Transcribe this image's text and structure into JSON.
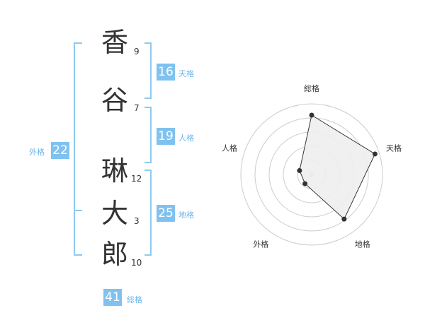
{
  "name": {
    "chars": [
      {
        "char": "香",
        "strokes": "9"
      },
      {
        "char": "谷",
        "strokes": "7"
      },
      {
        "char": "琳",
        "strokes": "12"
      },
      {
        "char": "大",
        "strokes": "3"
      },
      {
        "char": "郎",
        "strokes": "10"
      }
    ]
  },
  "scores": {
    "tenkaku": {
      "label": "天格",
      "value": "16"
    },
    "jinkaku": {
      "label": "人格",
      "value": "19"
    },
    "chikaku": {
      "label": "地格",
      "value": "25"
    },
    "gaikaku": {
      "label": "外格",
      "value": "22"
    },
    "soukaku": {
      "label": "総格",
      "value": "41"
    }
  },
  "chart_data": {
    "type": "radar",
    "axes": [
      "総格",
      "天格",
      "地格",
      "外格",
      "人格"
    ],
    "values": [
      4.2,
      4.7,
      3.9,
      0.8,
      0.9
    ],
    "rmax": 5,
    "rings": 5
  },
  "colors": {
    "accent": "#7fc2f0",
    "label": "#6ab6ea",
    "bracket": "#8ccaf2",
    "polygon_fill": "#eeeeee",
    "polygon_stroke": "#333333",
    "ring": "#cccccc"
  }
}
